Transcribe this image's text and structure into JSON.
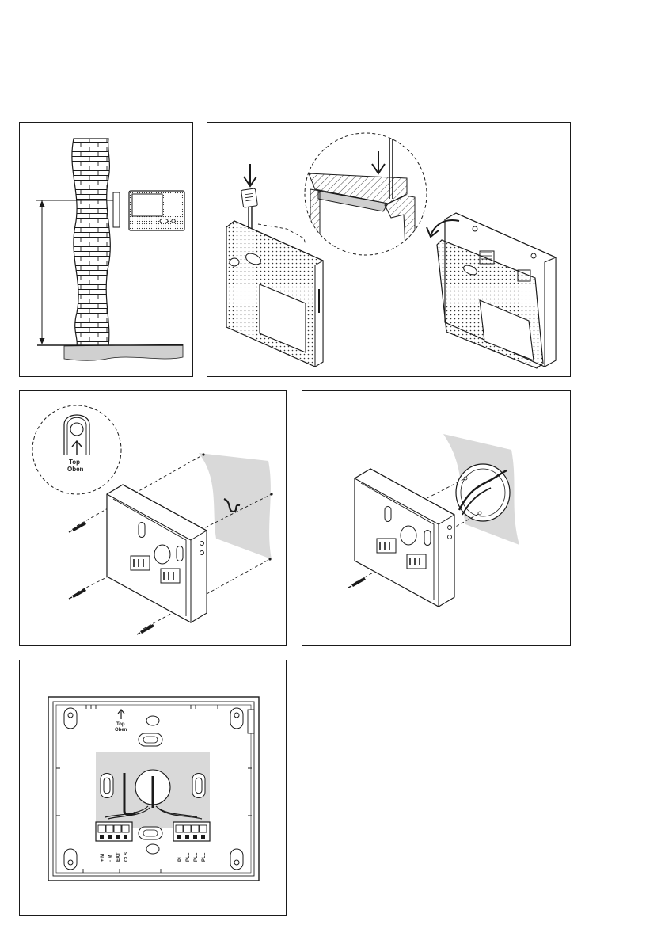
{
  "orientation_label": {
    "en": "Top",
    "de": "Oben"
  },
  "terminals": {
    "left_block": [
      "+ M",
      "- M",
      "EXT",
      "CLS"
    ],
    "right_block": [
      "PLL",
      "PLL",
      "PLL",
      "PLL"
    ]
  },
  "colors": {
    "line": "#1a1a1a",
    "wall_shade": "#d9d9d9",
    "floor_shade": "#cfcfcf"
  },
  "icons": [
    "down-arrow-icon",
    "rotate-arrow-icon",
    "up-arrow-icon",
    "screw-icon"
  ]
}
